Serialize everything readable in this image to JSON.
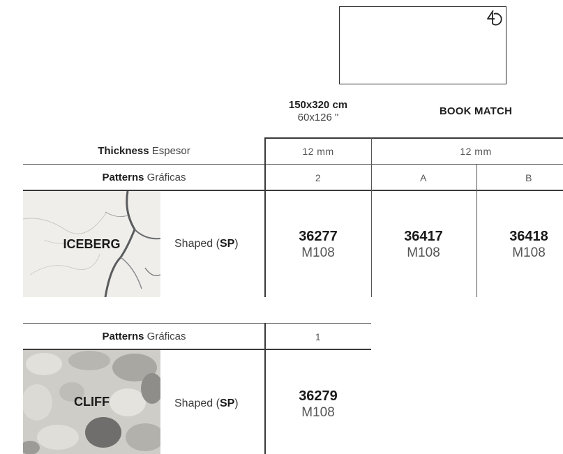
{
  "header": {
    "size_metric": "150x320 cm",
    "size_imperial": "60x126 \"",
    "book_match": "BOOK MATCH"
  },
  "icons": {
    "slab_logo": "rotation-4-icon"
  },
  "table1": {
    "thickness_label_bold": "Thickness",
    "thickness_label_rest": " Espesor",
    "patterns_label_bold": "Patterns",
    "patterns_label_rest": " Gráficas",
    "thickness_values": [
      "12 mm",
      "12 mm"
    ],
    "pattern_values": [
      "2",
      "A",
      "B"
    ],
    "product_name": "ICEBERG",
    "shaped_text": "Shaped (",
    "shaped_code": "SP",
    "shaped_close": ")",
    "codes": [
      {
        "code": "36277",
        "model": "M108"
      },
      {
        "code": "36417",
        "model": "M108"
      },
      {
        "code": "36418",
        "model": "M108"
      }
    ]
  },
  "table2": {
    "patterns_label_bold": "Patterns",
    "patterns_label_rest": " Gráficas",
    "pattern_value": "1",
    "product_name": "CLIFF",
    "shaped_text": "Shaped (",
    "shaped_code": "SP",
    "shaped_close": ")",
    "codes": [
      {
        "code": "36279",
        "model": "M108"
      }
    ]
  },
  "colors": {
    "line": "#555555",
    "text_dark": "#1e1e1e",
    "text_grey": "#555555"
  }
}
